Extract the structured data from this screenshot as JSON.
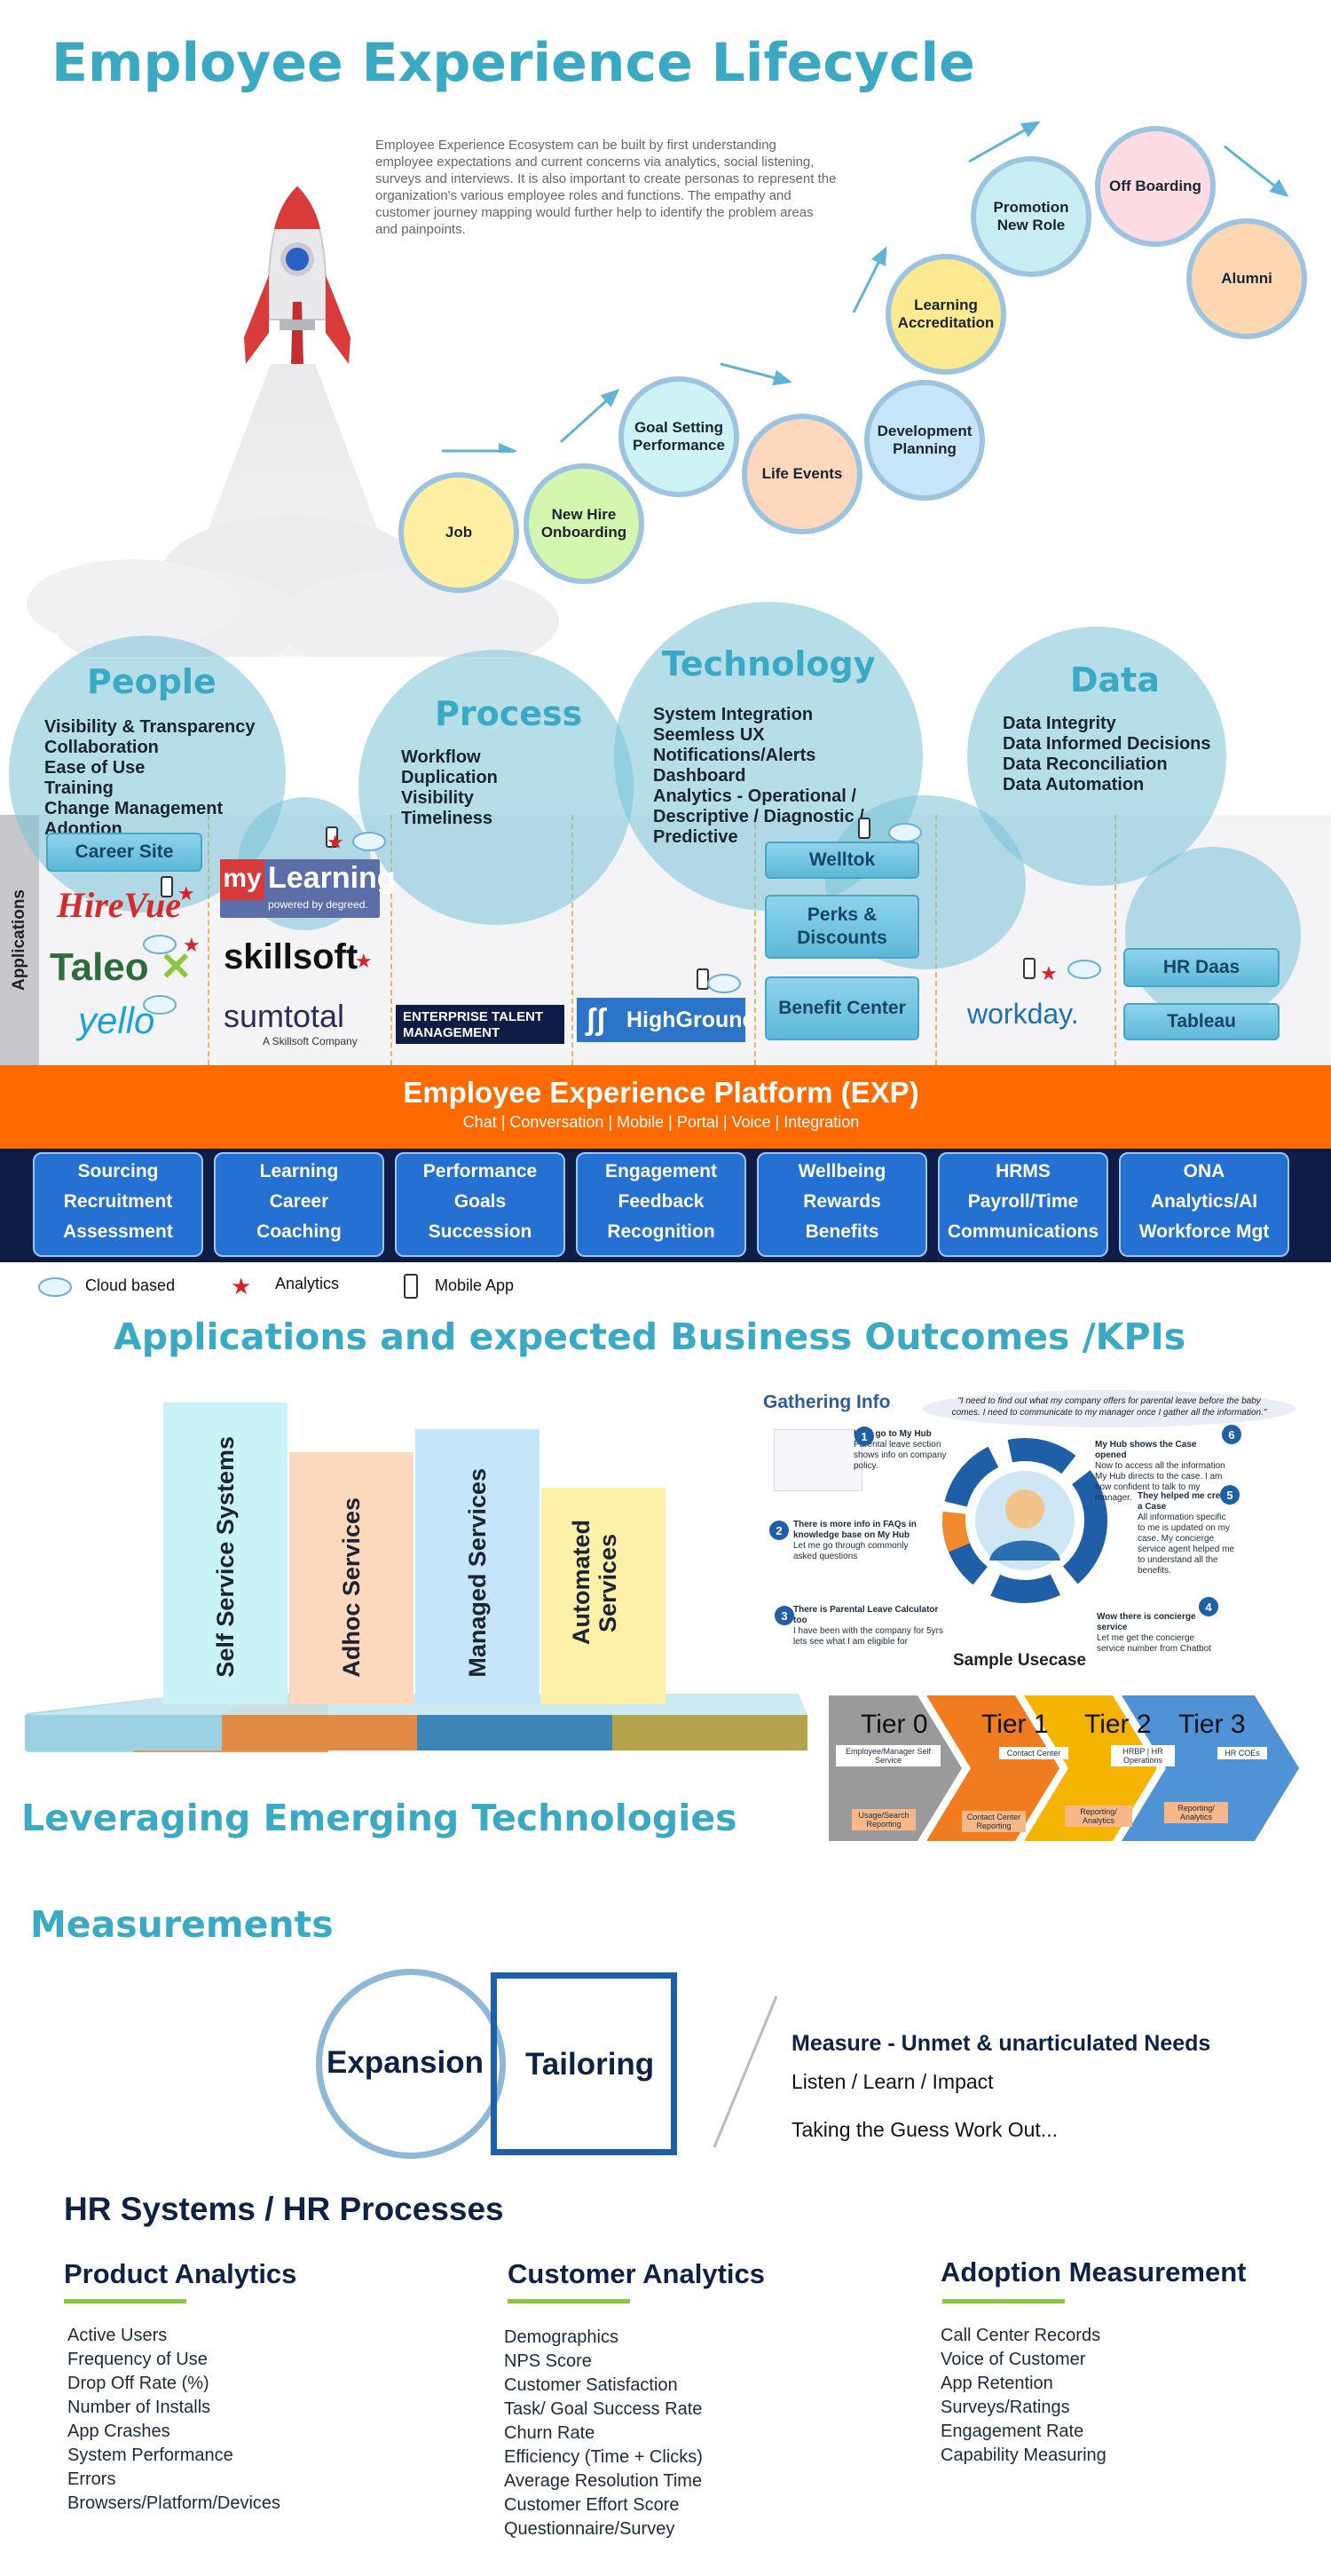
{
  "header": {
    "title": "Employee Experience Lifecycle",
    "intro": "Employee Experience Ecosystem can be built  by first understanding employee expectations and current concerns via analytics, social listening, surveys and interviews. It is also important to create personas to represent the organization's various employee roles and functions. The empathy and customer journey mapping would further help to identify the problem areas and painpoints."
  },
  "lifecycle": {
    "stages": [
      "Job",
      "New Hire Onboarding",
      "Goal Setting Performance",
      "Life Events",
      "Development Planning",
      "Learning Accreditation",
      "Promotion New Role",
      "Off Boarding",
      "Alumni"
    ],
    "colors": [
      "#fdf0a3",
      "#d4f7b0",
      "#cdf3f5",
      "#fdd8bd",
      "#c7e6fb",
      "#fde98f",
      "#c8eef3",
      "#fddde3",
      "#fdd7b2"
    ]
  },
  "pillars": {
    "people": {
      "title": "People",
      "items": [
        "Visibility & Transparency",
        "Collaboration",
        "Ease of Use",
        "Training",
        "Change Management",
        "Adoption"
      ]
    },
    "process": {
      "title": "Process",
      "items": [
        "Workflow",
        "Duplication",
        "Visibility",
        "Timeliness"
      ]
    },
    "technology": {
      "title": "Technology",
      "items": [
        "System Integration",
        "Seemless UX",
        "Notifications/Alerts",
        "Dashboard",
        "Analytics - Operational /",
        "Descriptive / Diagnostic /",
        "Predictive"
      ]
    },
    "data": {
      "title": "Data",
      "items": [
        "Data Integrity",
        "Data Informed Decisions",
        "Data Reconciliation",
        "Data Automation"
      ]
    }
  },
  "applications": {
    "side_label": "Applications",
    "buttons": {
      "career_site": "Career Site",
      "welltok": "Welltok",
      "perks": "Perks & Discounts",
      "benefit": "Benefit Center",
      "hr_daas": "HR Daas",
      "tableau": "Tableau"
    },
    "logos": {
      "hirevue": "HireVue",
      "taleo": "Taleo",
      "yello": "yello",
      "mylearning_my": "my",
      "mylearning": "Learning",
      "mylearning_sub": "powered by degreed.",
      "skillsoft": "skillsoft",
      "sumtotal": "sumtotal",
      "sumtotal_sub": "A Skillsoft Company",
      "etm": "ENTERPRISE TALENT MANAGEMENT",
      "highground": "HighGround",
      "workday": "workday."
    }
  },
  "platform": {
    "title": "Employee Experience Platform (EXP)",
    "subtitle": "Chat | Conversation | Mobile | Portal | Voice | Integration",
    "capabilities": [
      [
        "Sourcing",
        "Recruitment",
        "Assessment"
      ],
      [
        "Learning",
        "Career",
        "Coaching"
      ],
      [
        "Performance",
        "Goals",
        "Succession"
      ],
      [
        "Engagement",
        "Feedback",
        "Recognition"
      ],
      [
        "Wellbeing",
        "Rewards",
        "Benefits"
      ],
      [
        "HRMS",
        "Payroll/Time",
        "Communications"
      ],
      [
        "ONA",
        "Analytics/AI",
        "Workforce Mgt"
      ]
    ]
  },
  "legend": {
    "cloud": "Cloud based",
    "analytics": "Analytics",
    "mobile": "Mobile App"
  },
  "outcomes": {
    "title": "Applications and expected Business Outcomes /KPIs",
    "bars": [
      "Self Service Systems",
      "Adhoc Services",
      "Managed Services",
      "Automated Services"
    ],
    "leveraging": "Leveraging Emerging Technologies"
  },
  "usecase": {
    "heading": "Gathering Info",
    "quote": "\"I need to find out what my company offers for parental leave before the baby comes. I need to communicate to my manager once I gather all the information.\"",
    "steps": [
      {
        "n": "1",
        "title": "I will go to My Hub",
        "text": "Parental leave section shows info on company policy."
      },
      {
        "n": "2",
        "title": "There is more info in FAQs in knowledge base on My Hub",
        "text": "Let me go through commonly asked questions"
      },
      {
        "n": "3",
        "title": "There is Parental Leave Calculator too",
        "text": "I have been with the company for 5yrs lets see what I am eligible for"
      },
      {
        "n": "4",
        "title": "Wow there is concierge service",
        "text": "Let me get the concierge service number from Chatbot"
      },
      {
        "n": "5",
        "title": "They helped me create a Case",
        "text": "All information specific to me is updated on my case. My concierge service agent helped me to understand all the benefits."
      },
      {
        "n": "6",
        "title": "My Hub shows the Case opened",
        "text": "Now to access all the information My Hub directs to the case. I am now confident to talk to my manager."
      }
    ],
    "caption": "Sample Usecase",
    "tiers": [
      "Tier 0",
      "Tier 1",
      "Tier 2",
      "Tier 3"
    ],
    "tier_labels": [
      "Employee/Manager Self Service",
      "Contact Center",
      "HRBP | HR Operations",
      "HR COEs"
    ],
    "tier_reports": [
      "Usage/Search Reporting",
      "Contact Center Reporting",
      "Reporting/ Analytics",
      "Reporting/ Analytics"
    ]
  },
  "measurements": {
    "title": "Measurements",
    "expansion": "Expansion",
    "tailoring": "Tailoring",
    "need": "Measure - Unmet & unarticulated Needs",
    "listen": "Listen / Learn / Impact",
    "guess": "Taking the Guess Work Out...",
    "hr": "HR Systems / HR Processes",
    "columns": [
      {
        "title": "Product Analytics",
        "items": [
          "Active Users",
          "Frequency of Use",
          "Drop Off Rate (%)",
          "Number of Installs",
          "App Crashes",
          "System Performance",
          "Errors",
          "Browsers/Platform/Devices"
        ]
      },
      {
        "title": "Customer Analytics",
        "items": [
          "Demographics",
          "NPS Score",
          "Customer Satisfaction",
          "Task/ Goal Success Rate",
          "Churn Rate",
          "Efficiency (Time + Clicks)",
          "Average Resolution Time",
          "Customer Effort Score",
          "Questionnaire/Survey"
        ]
      },
      {
        "title": "Adoption Measurement",
        "items": [
          "Call Center Records",
          "Voice of Customer",
          "App Retention",
          "Surveys/Ratings",
          "Engagement Rate",
          "Capability Measuring"
        ]
      }
    ]
  },
  "colors": {
    "accent": "#3aa9c4",
    "orange": "#ff6a00",
    "navy": "#0f1c46",
    "blue": "#2471d3"
  }
}
